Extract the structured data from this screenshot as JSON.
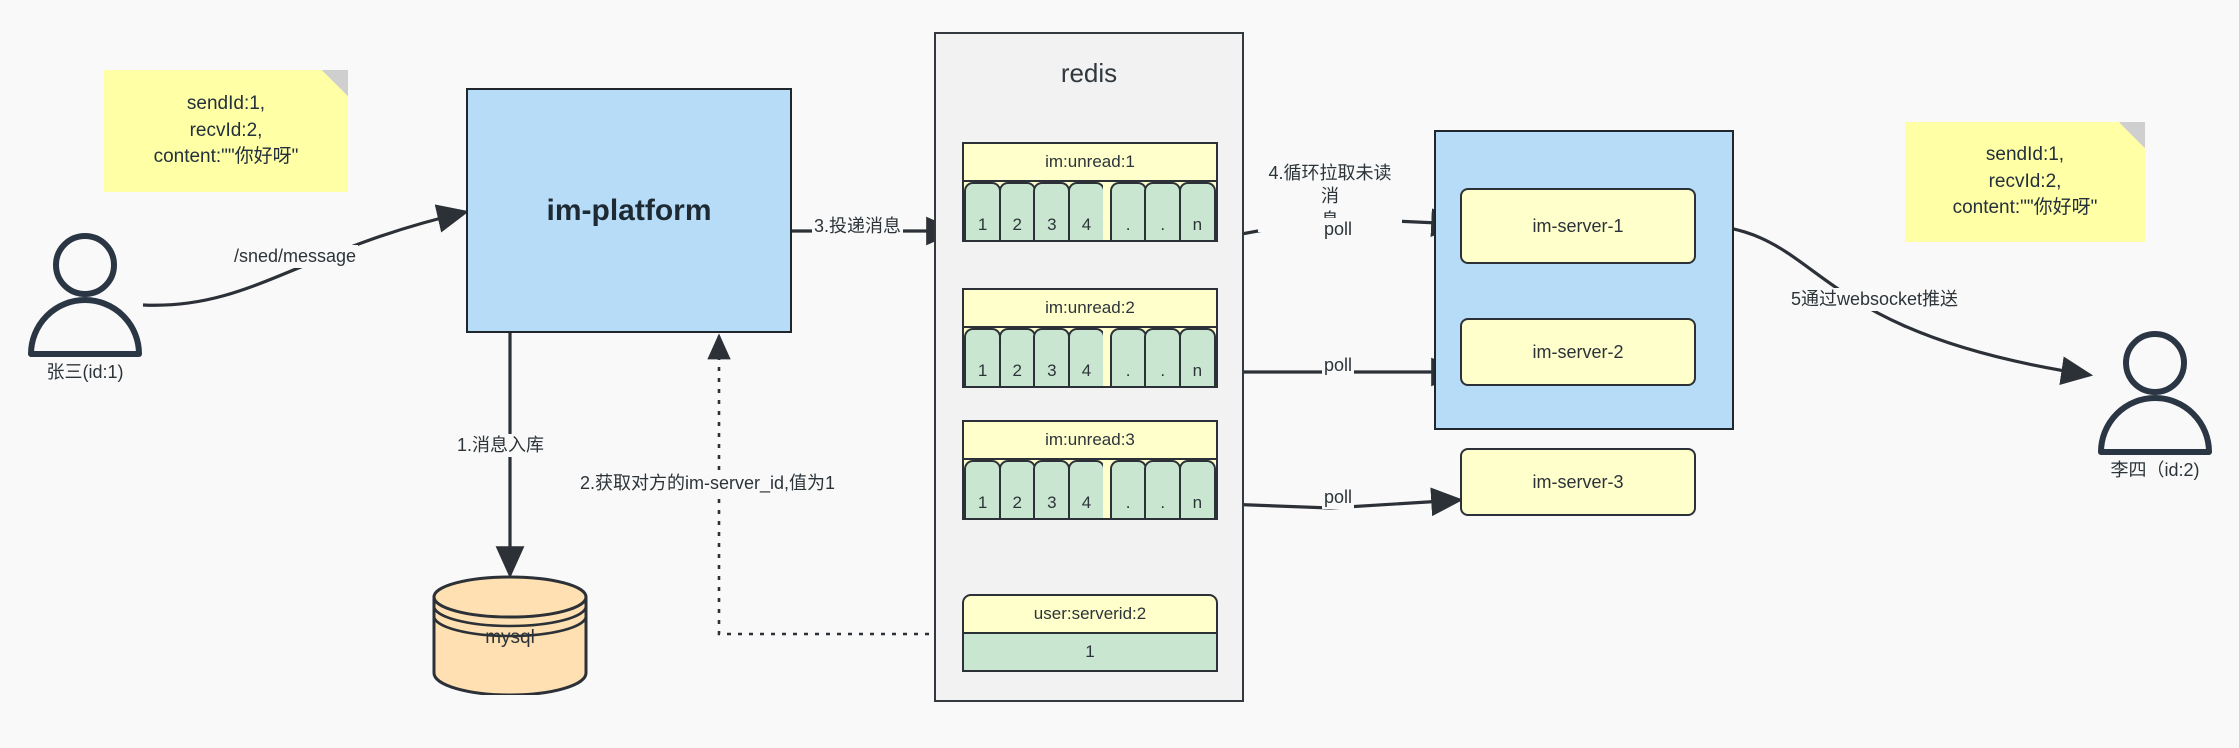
{
  "diagram": {
    "notes": [
      {
        "id": "note-left",
        "text": "sendId:1,\nrecvId:2,\ncontent:\"\"你好呀\""
      },
      {
        "id": "note-right",
        "text": "sendId:1,\nrecvId:2,\ncontent:\"\"你好呀\""
      }
    ],
    "actors": [
      {
        "id": "actor-sender",
        "caption": "张三(id:1)"
      },
      {
        "id": "actor-receiver",
        "caption": "李四（id:2)"
      }
    ],
    "platform": {
      "label": "im-platform"
    },
    "database": {
      "label": "mysql"
    },
    "redis": {
      "title": "redis",
      "queues": [
        {
          "key": "im:unread:1",
          "cells": [
            "1",
            "2",
            "3",
            "4",
            ".",
            ".",
            "n"
          ]
        },
        {
          "key": "im:unread:2",
          "cells": [
            "1",
            "2",
            "3",
            "4",
            ".",
            ".",
            "n"
          ]
        },
        {
          "key": "im:unread:3",
          "cells": [
            "1",
            "2",
            "3",
            "4",
            ".",
            ".",
            "n"
          ]
        }
      ],
      "kv": {
        "key": "user:serverid:2",
        "value": "1"
      }
    },
    "cluster": {
      "servers": [
        {
          "label": "im-server-1"
        },
        {
          "label": "im-server-2"
        },
        {
          "label": "im-server-3"
        }
      ]
    },
    "edge_labels": {
      "send_message": "/sned/message",
      "step1": "1.消息入库",
      "step2": "2.获取对方的im-server_id,值为1",
      "step3": "3.投递消息",
      "step4": "4.循环拉取未读消\n息",
      "step5": "5通过websocket推送",
      "poll1": "poll",
      "poll2": "poll",
      "poll3": "poll"
    },
    "colors": {
      "note": "#ffffa6",
      "process": "#b7dcf8",
      "queue_header": "#ffffcc",
      "queue_cell": "#c9e7d0",
      "database": "#ffe0b2",
      "stroke": "#2b3137",
      "canvas": "#f9f9f9"
    }
  }
}
